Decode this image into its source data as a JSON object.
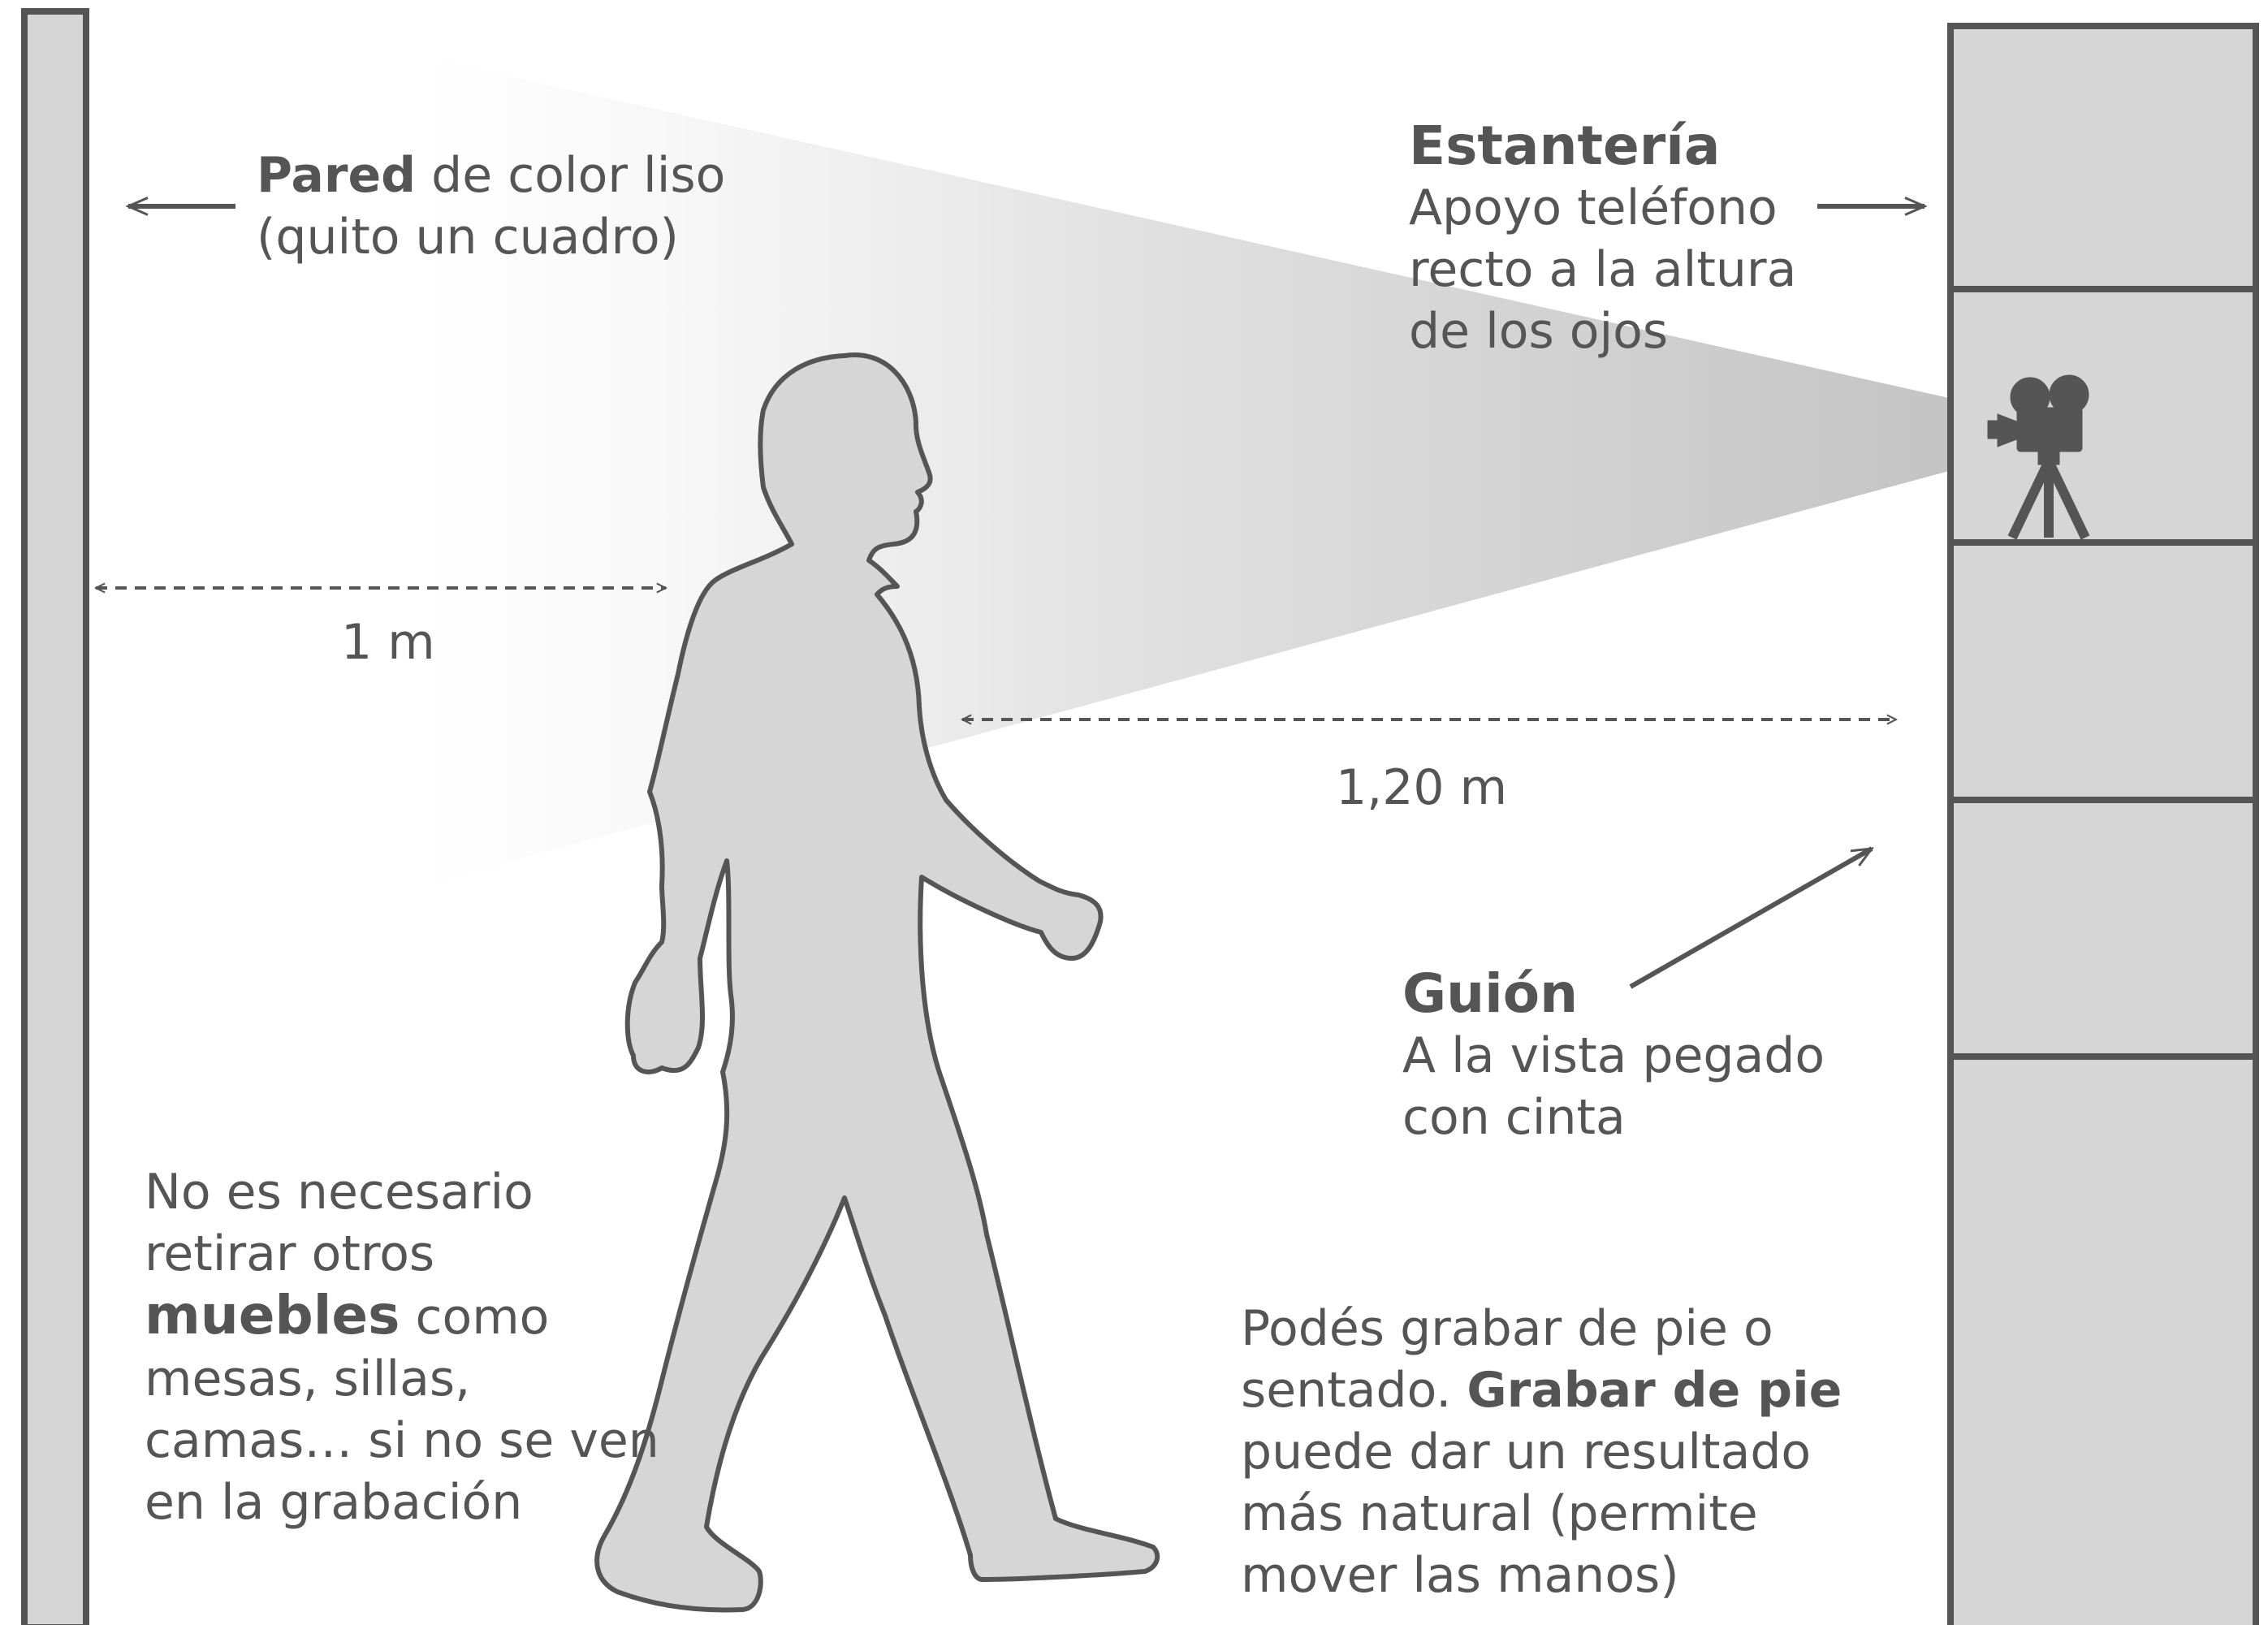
{
  "colors": {
    "stroke": "#555555",
    "fill": "#d6d6d6",
    "cone": "#cfcfcf",
    "text": "#555555",
    "background": "#ffffff"
  },
  "icons": {
    "camera": "movie-camera-icon",
    "arrows": "arrow-icon"
  },
  "wall": {
    "label_bold": "Pared",
    "label_rest": " de color liso",
    "label_line2": "(quito un cuadro)"
  },
  "shelf": {
    "title": "Estantería",
    "line1": "Apoyo teléfono",
    "line2": "recto a la altura",
    "line3": "de los ojos"
  },
  "script_note": {
    "title": "Guión",
    "line1": "A la vista pegado",
    "line2": "con cinta"
  },
  "distances": {
    "wall_to_person": "1 m",
    "person_to_camera": "1,20 m"
  },
  "furniture_note": {
    "line1": "No es necesario",
    "line2": "retirar otros",
    "line3_bold": "muebles",
    "line3_rest": " como",
    "line4": "mesas, sillas,",
    "line5": "camas… si no se ven",
    "line6": "en la grabación"
  },
  "standing_note": {
    "line1": "Podés grabar de pie o",
    "line2_rest": "sentado. ",
    "line2_bold": "Grabar de pie",
    "line3": "puede dar un resultado",
    "line4": "más natural (permite",
    "line5": "mover las manos)"
  }
}
